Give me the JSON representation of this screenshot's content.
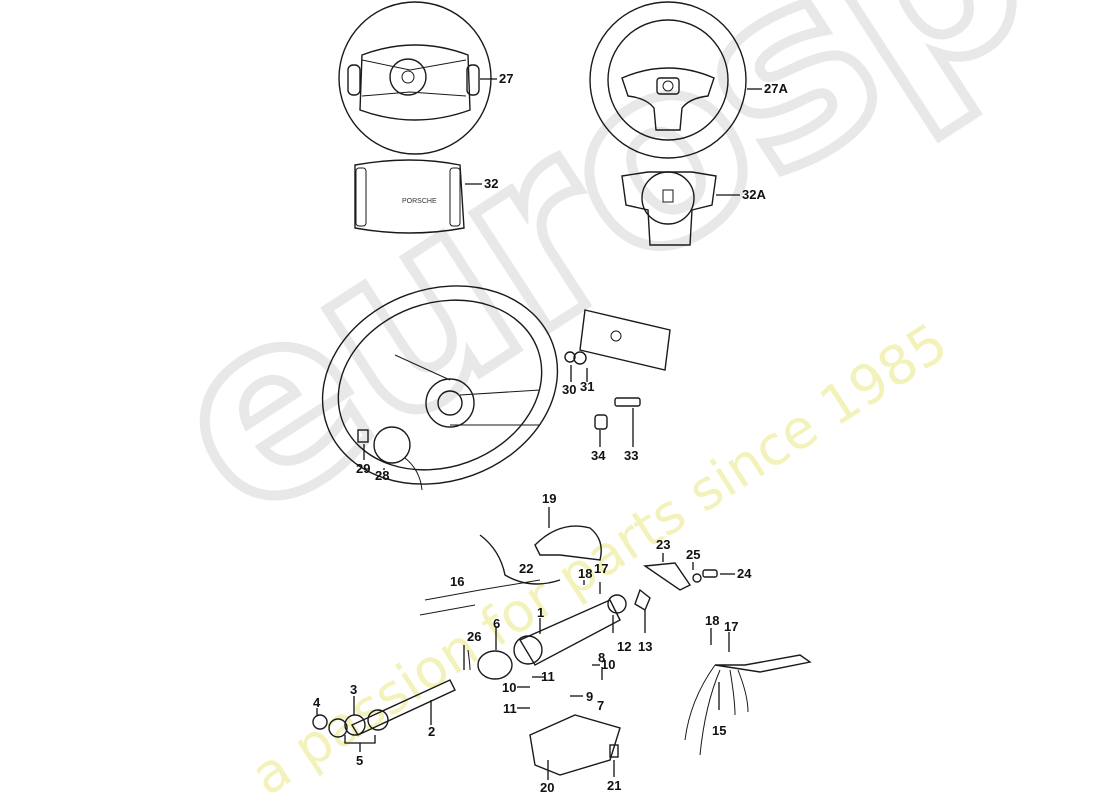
{
  "diagram": {
    "type": "exploded-parts-diagram",
    "subject": "Steering wheel and steering column assembly",
    "emblem_text": "PORSCHE"
  },
  "watermark": {
    "brand": "eurospares",
    "tagline": "a passion for parts since 1985",
    "brand_color": "#e6e6e6",
    "tagline_color": "#f3f0b0"
  },
  "callouts": [
    {
      "id": "c27",
      "label": "27",
      "part": "steering wheel (4-spoke)"
    },
    {
      "id": "c27a",
      "label": "27A",
      "part": "steering wheel (3-spoke)"
    },
    {
      "id": "c32",
      "label": "32",
      "part": "horn pad"
    },
    {
      "id": "c32a",
      "label": "32A",
      "part": "horn pad (3-spoke)"
    },
    {
      "id": "c30",
      "label": "30"
    },
    {
      "id": "c31",
      "label": "31"
    },
    {
      "id": "c34",
      "label": "34"
    },
    {
      "id": "c33",
      "label": "33"
    },
    {
      "id": "c29",
      "label": "29"
    },
    {
      "id": "c28",
      "label": "28"
    },
    {
      "id": "c19",
      "label": "19"
    },
    {
      "id": "c22",
      "label": "22"
    },
    {
      "id": "c18a",
      "label": "18"
    },
    {
      "id": "c17a",
      "label": "17"
    },
    {
      "id": "c23",
      "label": "23"
    },
    {
      "id": "c25",
      "label": "25"
    },
    {
      "id": "c24",
      "label": "24"
    },
    {
      "id": "c16",
      "label": "16"
    },
    {
      "id": "c1",
      "label": "1"
    },
    {
      "id": "c12",
      "label": "12"
    },
    {
      "id": "c13",
      "label": "13"
    },
    {
      "id": "c26",
      "label": "26"
    },
    {
      "id": "c6",
      "label": "6"
    },
    {
      "id": "c10a",
      "label": "10"
    },
    {
      "id": "c8",
      "label": "8"
    },
    {
      "id": "c18b",
      "label": "18"
    },
    {
      "id": "c17b",
      "label": "17"
    },
    {
      "id": "c11a",
      "label": "11"
    },
    {
      "id": "c10b",
      "label": "10"
    },
    {
      "id": "c7",
      "label": "7"
    },
    {
      "id": "c9",
      "label": "9"
    },
    {
      "id": "c11b",
      "label": "11"
    },
    {
      "id": "c3",
      "label": "3"
    },
    {
      "id": "c4",
      "label": "4"
    },
    {
      "id": "c2",
      "label": "2"
    },
    {
      "id": "c15",
      "label": "15"
    },
    {
      "id": "c5",
      "label": "5"
    },
    {
      "id": "c21",
      "label": "21"
    },
    {
      "id": "c20",
      "label": "20"
    }
  ]
}
